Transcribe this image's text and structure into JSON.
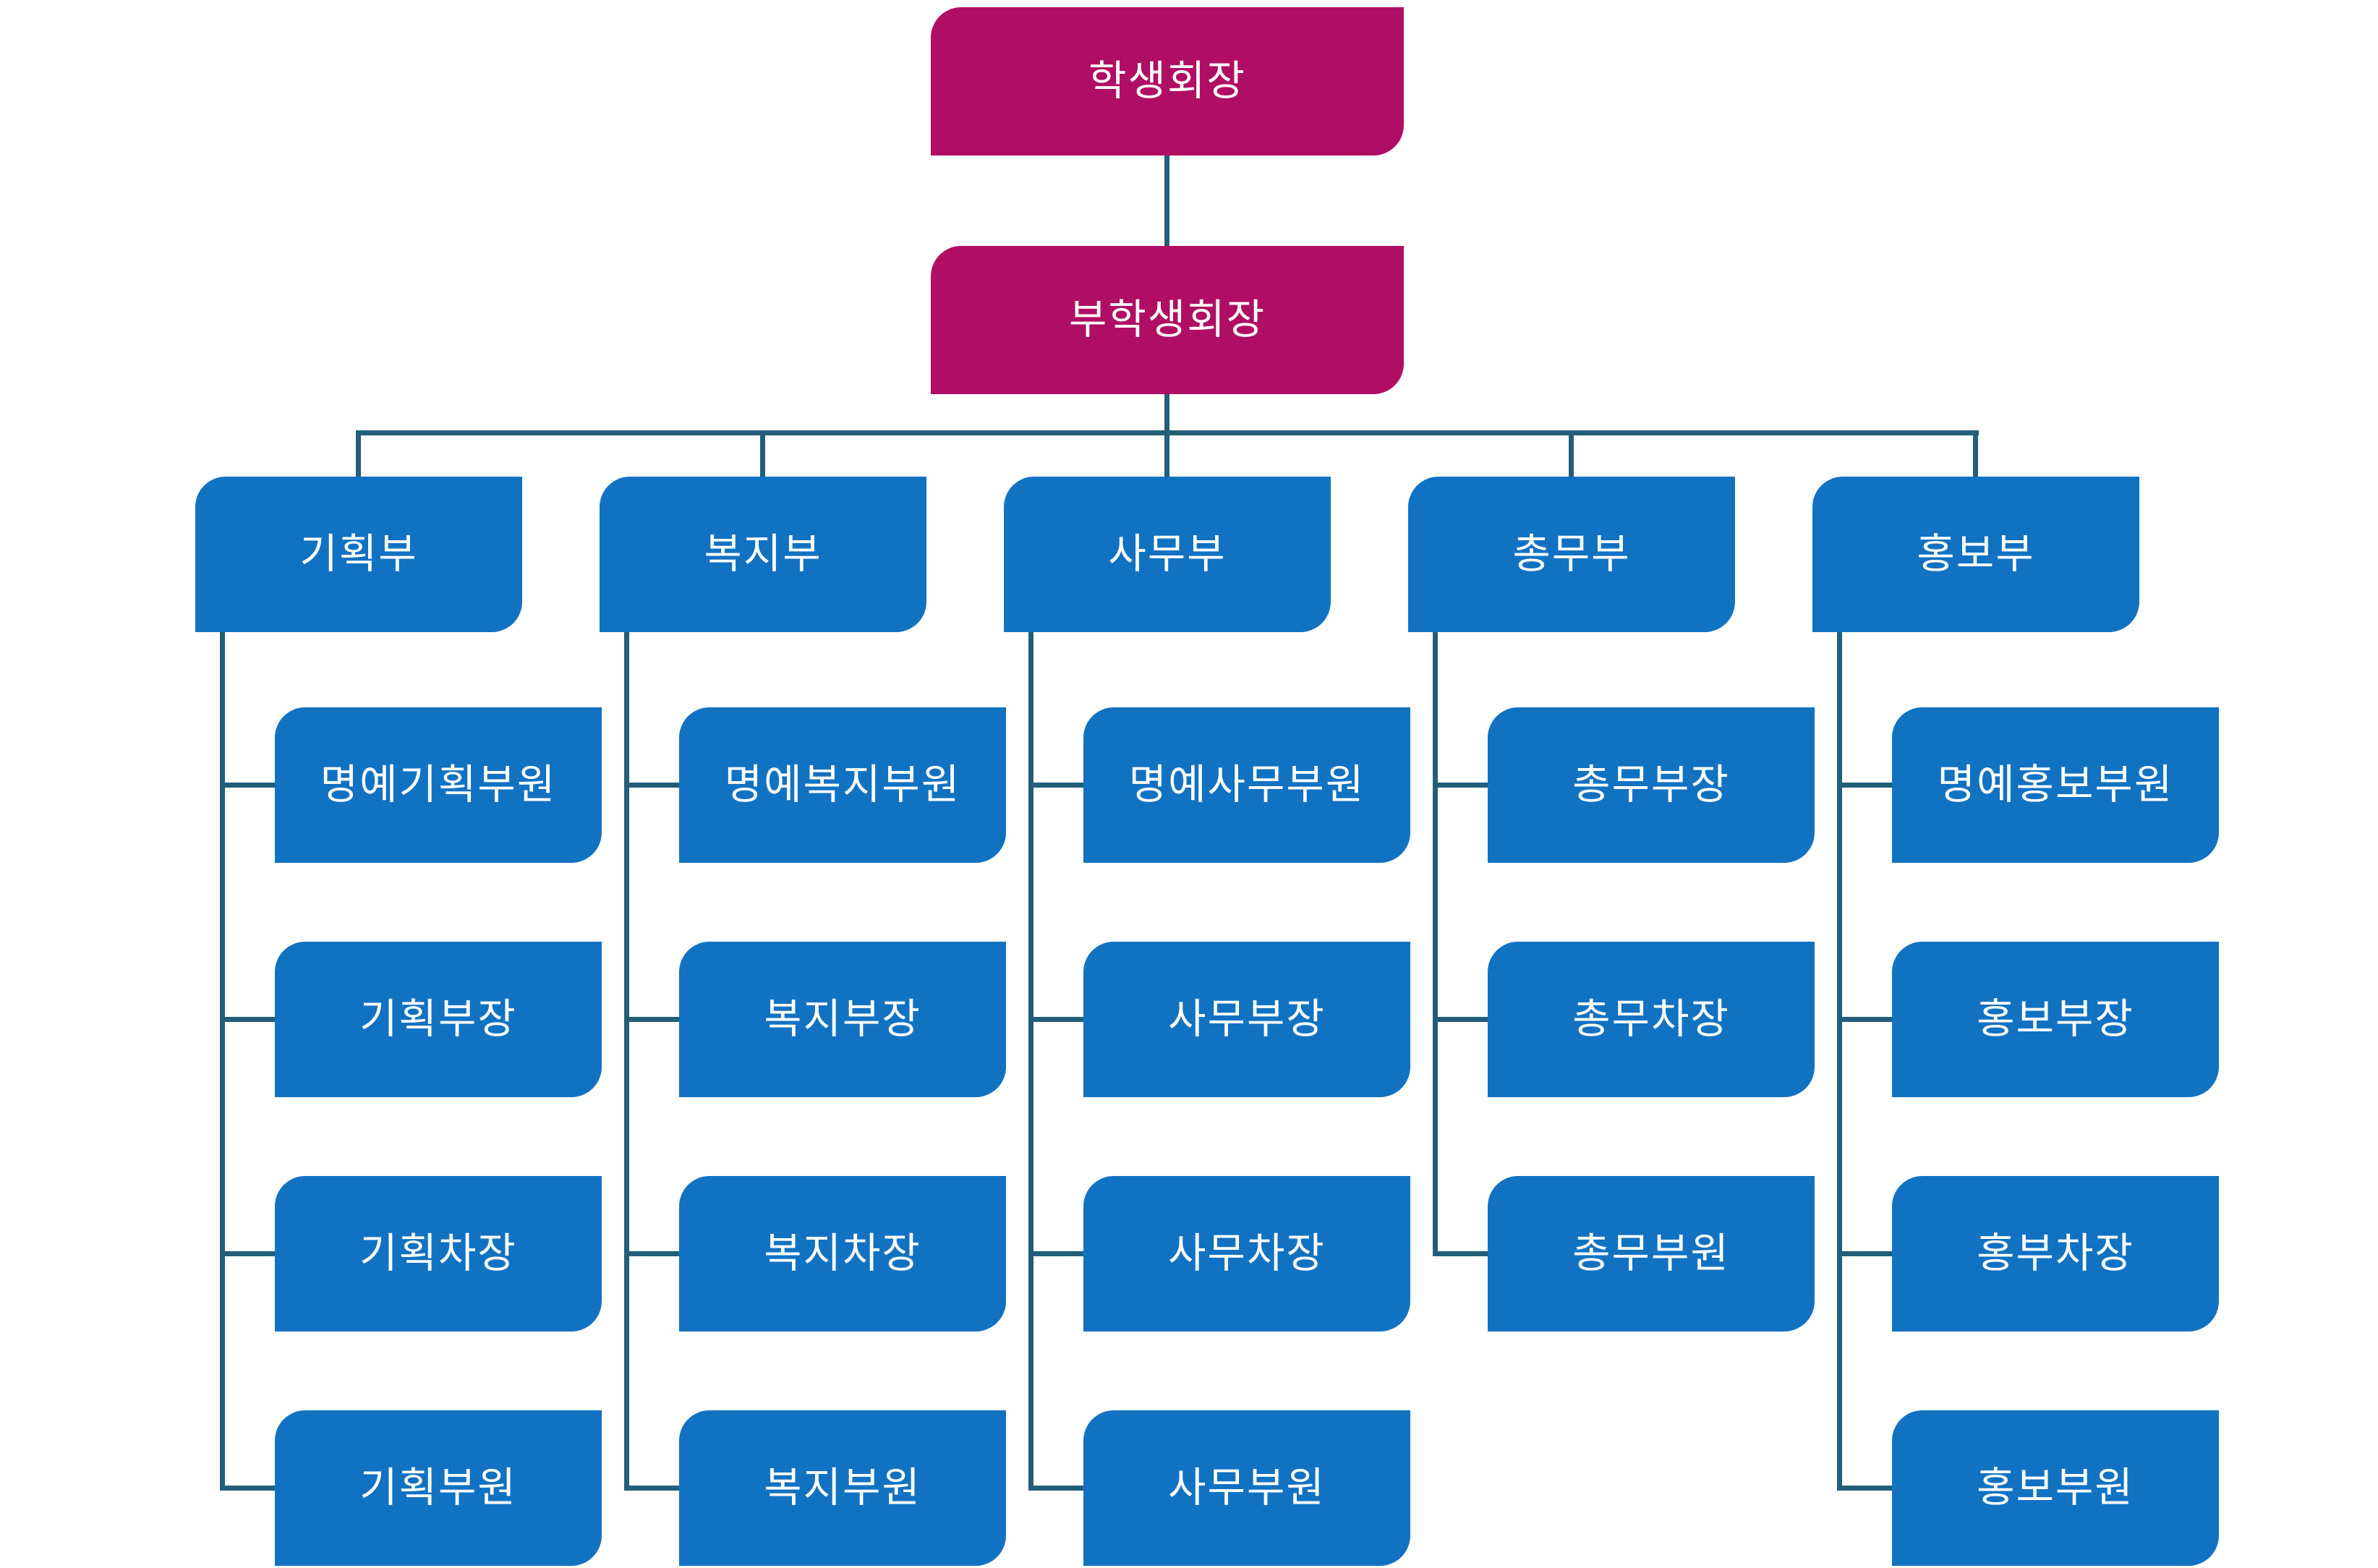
{
  "chart": {
    "type": "org-chart",
    "root": {
      "label": "학생회장"
    },
    "deputy": {
      "label": "부학생회장"
    },
    "departments": [
      {
        "label": "기획부",
        "children": [
          "명예기획부원",
          "기획부장",
          "기획차장",
          "기획부원"
        ]
      },
      {
        "label": "복지부",
        "children": [
          "명예복지부원",
          "복지부장",
          "복지차장",
          "복지부원"
        ]
      },
      {
        "label": "사무부",
        "children": [
          "명예사무부원",
          "사무부장",
          "사무차장",
          "사무부원"
        ]
      },
      {
        "label": "총무부",
        "children": [
          "총무부장",
          "총무차장",
          "총무부원"
        ]
      },
      {
        "label": "홍보부",
        "children": [
          "명예홍보부원",
          "홍보부장",
          "홍부차장",
          "홍보부원"
        ]
      }
    ],
    "colors": {
      "executive": "#B00E64",
      "department": "#1272C2",
      "connector": "#235E78",
      "text": "#FFFFFF",
      "background": "#FFFFFF"
    }
  }
}
